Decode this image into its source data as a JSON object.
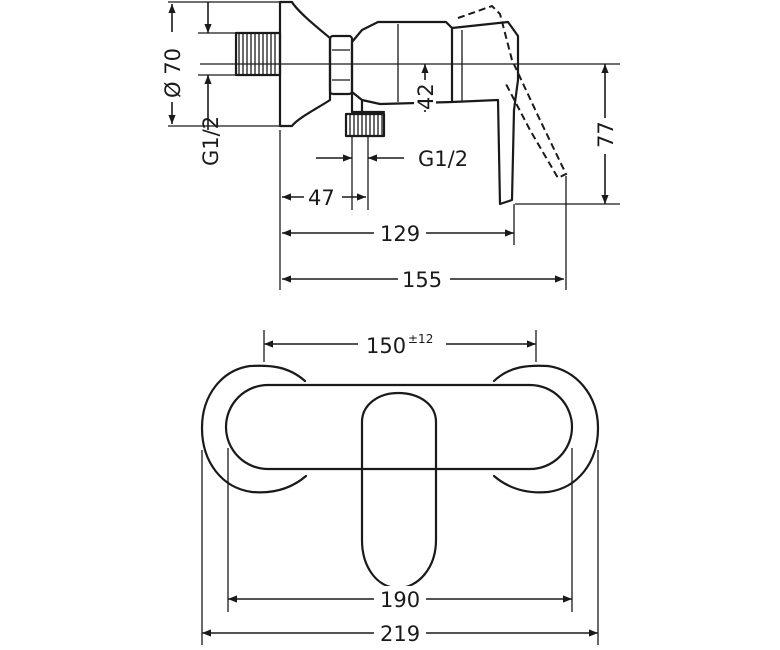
{
  "side_view": {
    "dim_diameter": "Ø 70",
    "dim_thread_left": "G1/2",
    "dim_thread_right": "G1/2",
    "dim_47": "47",
    "dim_42": "42",
    "dim_77": "77",
    "dim_129": "129",
    "dim_155": "155"
  },
  "top_view": {
    "dim_150": "150",
    "dim_150_tol": "±12",
    "dim_190": "190",
    "dim_219": "219"
  }
}
